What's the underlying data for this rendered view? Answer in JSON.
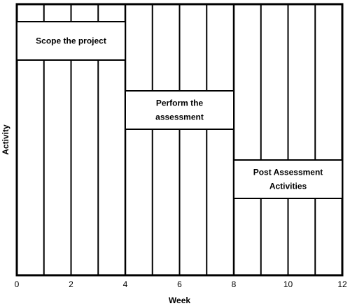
{
  "chart_data": {
    "type": "bar",
    "subtype": "gantt",
    "xlabel": "Week",
    "ylabel": "Activity",
    "xlim": [
      0,
      12
    ],
    "x_ticks": [
      0,
      2,
      4,
      6,
      8,
      10,
      12
    ],
    "grid": true,
    "grid_interval": 1,
    "tasks": [
      {
        "label_lines": [
          "Scope the project"
        ],
        "start": 0,
        "end": 4
      },
      {
        "label_lines": [
          "Perform the",
          "assessment"
        ],
        "start": 4,
        "end": 8
      },
      {
        "label_lines": [
          "Post Assessment",
          "Activities"
        ],
        "start": 8,
        "end": 12
      }
    ]
  }
}
